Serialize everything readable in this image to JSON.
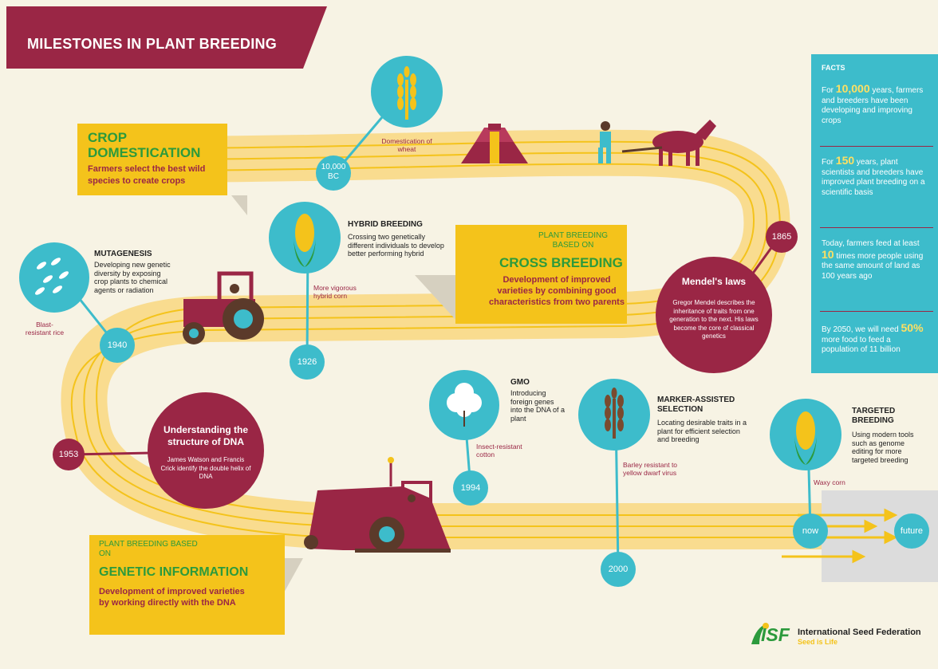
{
  "title": "MILESTONES IN PLANT BREEDING",
  "colors": {
    "teal": "#3dbccb",
    "maroon": "#9a2645",
    "yellow": "#f4c31b",
    "road": "#f9dc8f",
    "green": "#2c9a3c"
  },
  "crop_domestication": {
    "heading": "CROP DOMESTICATION",
    "text": "Farmers select the best wild species to create crops"
  },
  "cross_breeding": {
    "pre": "PLANT BREEDING BASED ON",
    "heading": "CROSS BREEDING",
    "text": "Development of improved varieties by combining good characteristics from two parents"
  },
  "genetic_info": {
    "pre": "PLANT BREEDING BASED ON",
    "heading": "GENETIC INFORMATION",
    "text": "Development of improved varieties by working directly with the DNA"
  },
  "milestones": {
    "wheat": {
      "year": "10,000 BC",
      "caption": "Domestication of wheat"
    },
    "mendel": {
      "year": "1865",
      "title": "Mendel's laws",
      "text": "Gregor Mendel describes the inheritance of traits from one generation to the next. His laws become the core of classical genetics"
    },
    "hybrid": {
      "year": "1926",
      "heading": "HYBRID BREEDING",
      "text": "Crossing two genetically different individuals to develop better performing hybrid",
      "caption": "More vigorous hybrid corn"
    },
    "mutagenesis": {
      "year": "1940",
      "heading": "MUTAGENESIS",
      "text": "Developing new genetic diversity by exposing crop plants to chemical agents or radiation",
      "caption": "Blast-resistant rice"
    },
    "dna": {
      "year": "1953",
      "title": "Understanding the structure of DNA",
      "text": "James Watson and Francis Crick identify the double helix of DNA"
    },
    "gmo": {
      "year": "1994",
      "heading": "GMO",
      "text": "Introducing foreign genes into the DNA of a plant",
      "caption": "Insect-resistant cotton"
    },
    "marker": {
      "year": "2000",
      "heading": "MARKER-ASSISTED SELECTION",
      "text": "Locating desirable traits in a plant for efficient selection and breeding",
      "caption": "Barley resistant to yellow dwarf virus"
    },
    "targeted": {
      "year": "now",
      "heading": "TARGETED BREEDING",
      "text": "Using modern tools such as genome editing for more targeted breeding",
      "caption": "Waxy corn"
    },
    "future": {
      "label": "future"
    }
  },
  "facts": {
    "heading": "FACTS",
    "f1": {
      "pre": "For",
      "num": "10,000",
      "post": "years, farmers and breeders have been developing and improving crops"
    },
    "f2": {
      "pre": "For",
      "num": "150",
      "post": "years, plant scientists and breeders have improved plant breeding on a scientific basis"
    },
    "f3": {
      "pre": "Today, farmers feed at least",
      "num": "10",
      "post": "times more people using the same amount of land as 100 years ago"
    },
    "f4": {
      "pre": "By 2050, we will need",
      "num": "50%",
      "post": "more food to feed a population of 11 billion"
    }
  },
  "logo": {
    "mark": "ISF",
    "name": "International Seed Federation",
    "tagline": "Seed is Life"
  }
}
